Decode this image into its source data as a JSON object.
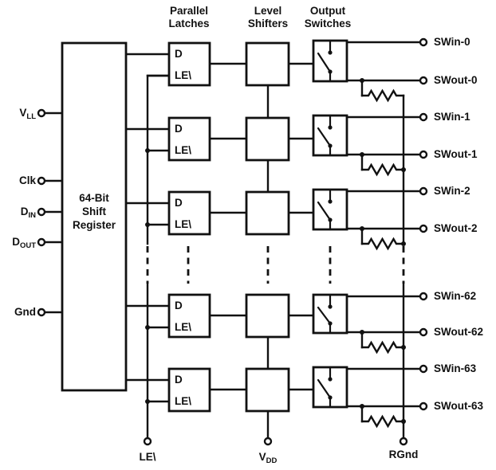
{
  "column_headers": {
    "parallel_latches": {
      "line1": "Parallel",
      "line2": "Latches"
    },
    "level_shifters": {
      "line1": "Level",
      "line2": "Shifters"
    },
    "output_switches": {
      "line1": "Output",
      "line2": "Switches"
    }
  },
  "shift_register": {
    "line1": "64-Bit",
    "line2": "Shift",
    "line3": "Register"
  },
  "left_pins": {
    "vll": {
      "base": "V",
      "sub": "LL"
    },
    "clk": {
      "base": "Clk",
      "sub": ""
    },
    "din": {
      "base": "D",
      "sub": "IN"
    },
    "dout": {
      "base": "D",
      "sub": "OUT"
    },
    "gnd": {
      "base": "Gnd",
      "sub": ""
    }
  },
  "latch_pin_labels": {
    "d": "D",
    "le": "LE\\"
  },
  "rows": [
    {
      "swin": "SWin-0",
      "swout": "SWout-0"
    },
    {
      "swin": "SWin-1",
      "swout": "SWout-1"
    },
    {
      "swin": "SWin-2",
      "swout": "SWout-2"
    },
    {
      "swin": "SWin-62",
      "swout": "SWout-62"
    },
    {
      "swin": "SWin-63",
      "swout": "SWout-63"
    }
  ],
  "bottom_pins": {
    "le": "LE\\",
    "vdd": {
      "base": "V",
      "sub": "DD"
    },
    "rgnd": "RGnd"
  },
  "colors": {
    "ink": "#111111",
    "background": "#ffffff"
  }
}
